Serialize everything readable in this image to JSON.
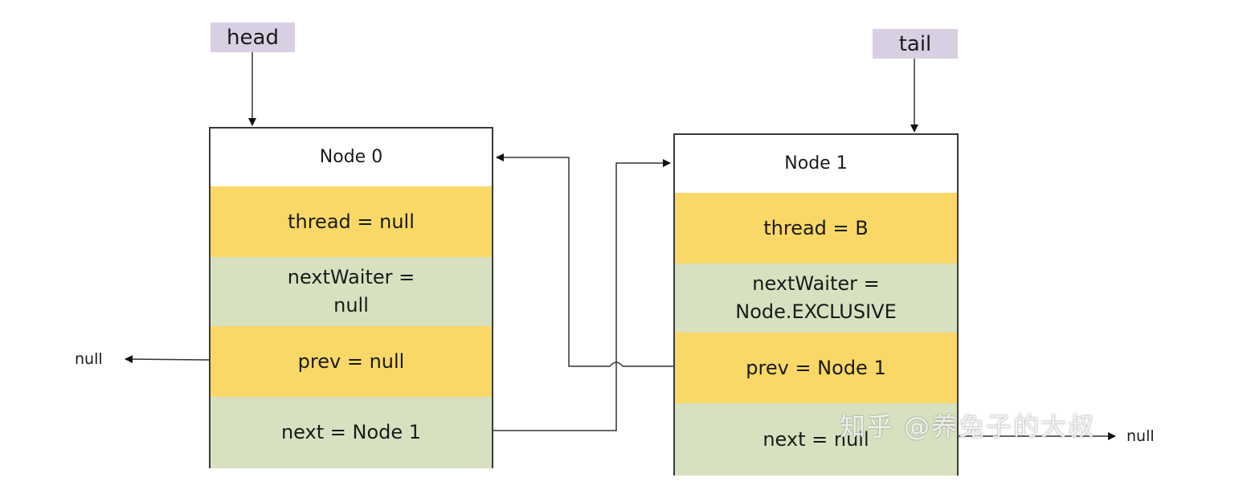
{
  "labels": {
    "head": "head",
    "tail": "tail"
  },
  "node0": {
    "title": "Node 0",
    "thread": "thread = null",
    "nextWaiter_line1": "nextWaiter =",
    "nextWaiter_line2": "null",
    "prev": "prev = null",
    "next": "next = Node 1"
  },
  "node1": {
    "title": "Node 1",
    "thread": "thread = B",
    "nextWaiter_line1": "nextWaiter =",
    "nextWaiter_line2": "Node.EXCLUSIVE",
    "prev": "prev = Node 1",
    "next": "next = null"
  },
  "null_left": "null",
  "null_right": "null",
  "watermark": "知乎 @养兔子的大叔",
  "colors": {
    "label_bg": "#d9cfe3",
    "yellow": "#f9d867",
    "green": "#d7e1c0"
  }
}
